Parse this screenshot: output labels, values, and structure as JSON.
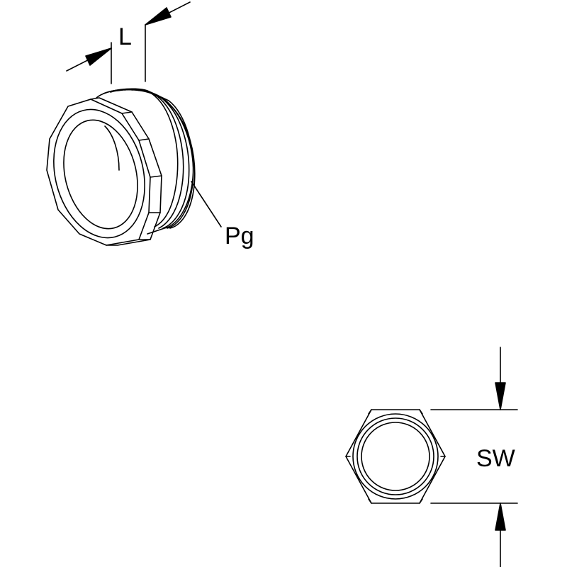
{
  "labels": {
    "length": "L",
    "thread": "Pg",
    "wrench_size": "SW"
  }
}
